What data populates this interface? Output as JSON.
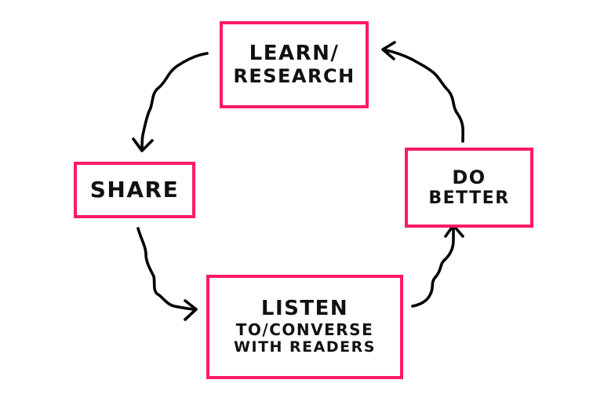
{
  "diagram": {
    "box_color": "#ff1a66",
    "arrow_color": "#000000",
    "nodes": [
      {
        "id": "learn",
        "lines": [
          "LEARN/",
          "RESEARCH"
        ]
      },
      {
        "id": "share",
        "lines": [
          "SHARE"
        ]
      },
      {
        "id": "listen",
        "lines": [
          "LISTEN",
          "TO/CONVERSE",
          "WITH READERS"
        ]
      },
      {
        "id": "do_better",
        "lines": [
          "DO",
          "BETTER"
        ]
      }
    ],
    "edges": [
      {
        "from": "learn",
        "to": "share"
      },
      {
        "from": "share",
        "to": "listen"
      },
      {
        "from": "listen",
        "to": "do_better"
      },
      {
        "from": "do_better",
        "to": "learn"
      }
    ]
  }
}
